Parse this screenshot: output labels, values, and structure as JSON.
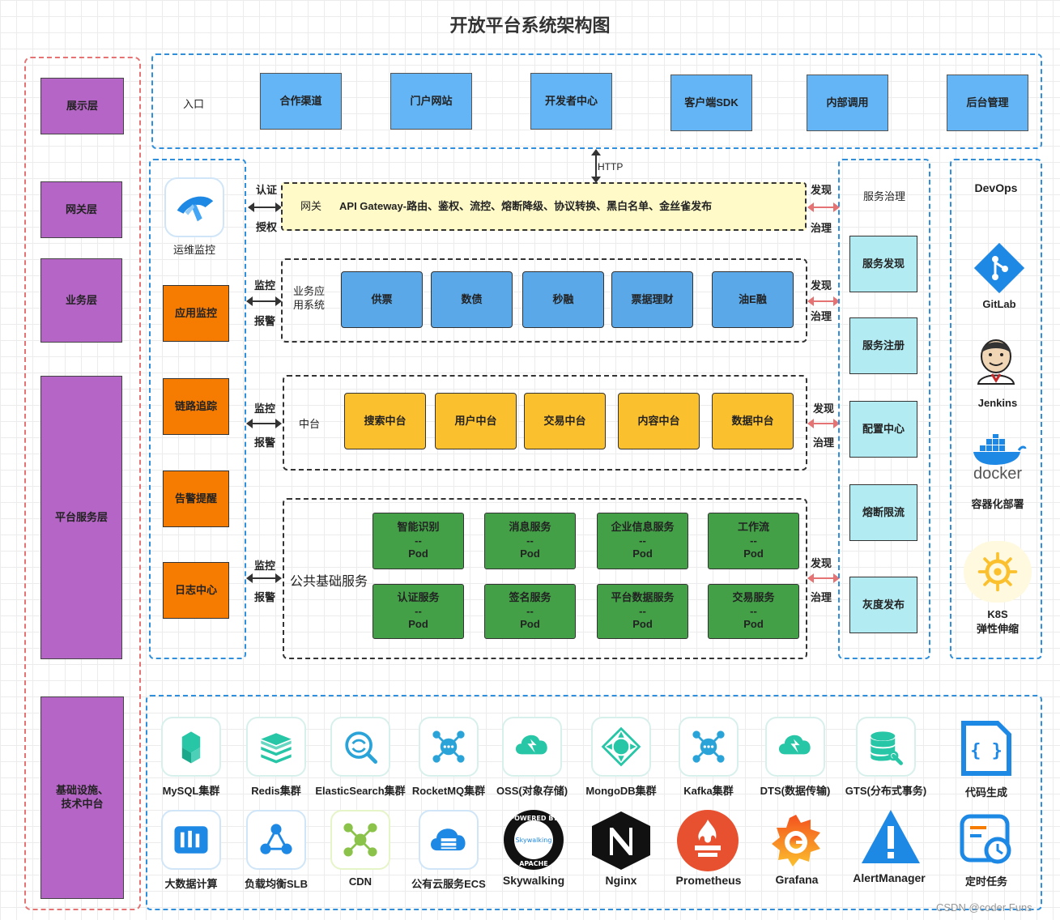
{
  "title": "开放平台系统架构图",
  "layers": [
    "展示层",
    "网关层",
    "业务层",
    "平台服务层",
    "基础设施、\n技术中台"
  ],
  "entry": {
    "label": "入口",
    "items": [
      "合作渠道",
      "门户网站",
      "开发者中心",
      "客户端SDK",
      "内部调用",
      "后台管理"
    ]
  },
  "http_label": "HTTP",
  "monitor": {
    "ops_label": "运维监控",
    "items": [
      "应用监控",
      "链路追踪",
      "告警提醒",
      "日志中心"
    ]
  },
  "left_arrows": [
    {
      "top": "认证",
      "bottom": "授权"
    },
    {
      "top": "监控",
      "bottom": "报警"
    },
    {
      "top": "监控",
      "bottom": "报警"
    },
    {
      "top": "监控",
      "bottom": "报警"
    }
  ],
  "right_arrows": [
    {
      "top": "发现",
      "bottom": "治理"
    },
    {
      "top": "发现",
      "bottom": "治理"
    },
    {
      "top": "发现",
      "bottom": "治理"
    },
    {
      "top": "发现",
      "bottom": "治理"
    }
  ],
  "gateway": {
    "label": "网关",
    "text": "API Gateway-路由、鉴权、流控、熔断降级、协议转换、黑白名单、金丝雀发布"
  },
  "business": {
    "label": "业务应\n用系统",
    "items": [
      "供票",
      "数债",
      "秒融",
      "票据理财",
      "油E融"
    ]
  },
  "middle": {
    "label": "中台",
    "items": [
      "搜索中台",
      "用户中台",
      "交易中台",
      "内容中台",
      "数据中台"
    ]
  },
  "public": {
    "label": "公共基础服务",
    "separator": "--",
    "pod_label": "Pod",
    "items": [
      "智能识别",
      "消息服务",
      "企业信息服务",
      "工作流",
      "认证服务",
      "签名服务",
      "平台数据服务",
      "交易服务"
    ]
  },
  "governance": {
    "label": "服务治理",
    "items": [
      "服务发现",
      "服务注册",
      "配置中心",
      "熔断限流",
      "灰度发布"
    ]
  },
  "devops": {
    "label": "DevOps",
    "items": [
      "GitLab",
      "Jenkins",
      "容器化部署",
      "K8S\n弹性伸缩"
    ],
    "docker_text": "docker"
  },
  "infra": {
    "row1": [
      {
        "label": "MySQL集群",
        "icon": "mysql-icon"
      },
      {
        "label": "Redis集群",
        "icon": "redis-icon"
      },
      {
        "label": "ElasticSearch集群",
        "icon": "elasticsearch-icon"
      },
      {
        "label": "RocketMQ集群",
        "icon": "rocketmq-icon"
      },
      {
        "label": "OSS(对象存储)",
        "icon": "oss-icon"
      },
      {
        "label": "MongoDB集群",
        "icon": "mongodb-icon"
      },
      {
        "label": "Kafka集群",
        "icon": "kafka-icon"
      },
      {
        "label": "DTS(数据传输)",
        "icon": "dts-icon"
      },
      {
        "label": "GTS(分布式事务)",
        "icon": "gts-icon"
      },
      {
        "label": "代码生成",
        "icon": "code-gen-icon"
      }
    ],
    "row2": [
      {
        "label": "大数据计算",
        "icon": "bigdata-icon"
      },
      {
        "label": "负载均衡SLB",
        "icon": "slb-icon"
      },
      {
        "label": "CDN",
        "icon": "cdn-icon"
      },
      {
        "label": "公有云服务ECS",
        "icon": "ecs-icon"
      },
      {
        "label": "Skywalking",
        "icon": "skywalking-icon"
      },
      {
        "label": "Nginx",
        "icon": "nginx-icon"
      },
      {
        "label": "Prometheus",
        "icon": "prometheus-icon"
      },
      {
        "label": "Grafana",
        "icon": "grafana-icon"
      },
      {
        "label": "AlertManager",
        "icon": "alertmanager-icon"
      },
      {
        "label": "定时任务",
        "icon": "scheduled-task-icon"
      }
    ],
    "skywalking_badge": {
      "top": "POWERED BY",
      "mid": "Skywalking",
      "bottom": "APACHE"
    }
  },
  "watermark": "CSDN @coder Funs",
  "colors": {
    "layer": "#b565c6",
    "entry": "#64b5f6",
    "gateway": "#fffac8",
    "business": "#5aa8e8",
    "middle": "#fbc02d",
    "pod": "#43a047",
    "monitor": "#f57c00",
    "governance": "#b2ebf2"
  }
}
